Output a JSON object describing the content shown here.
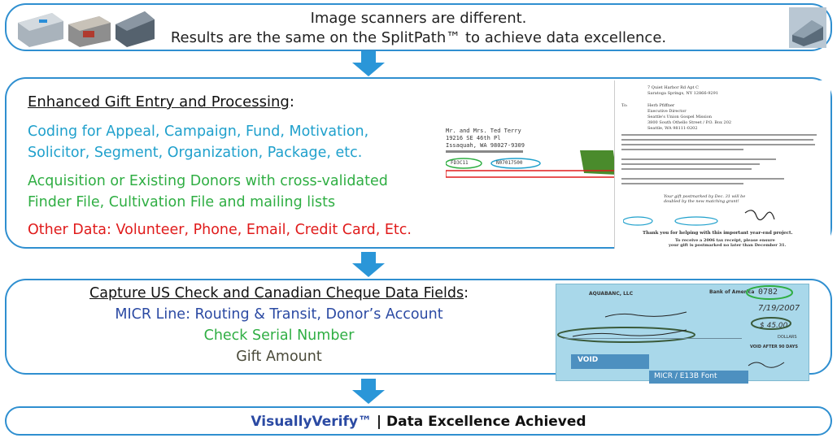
{
  "panel1": {
    "line1": "Image scanners are different.",
    "line2": "Results are the same on the SplitPath™ to achieve data excellence."
  },
  "panel2": {
    "heading": "Enhanced Gift Entry and Processing",
    "heading_suffix": ":",
    "blue_lines": [
      "Coding for Appeal, Campaign, Fund, Motivation,",
      "Solicitor, Segment, Organization, Package, etc."
    ],
    "green_lines": [
      "Acquisition or Existing Donors with cross-validated",
      "Finder File, Cultivation File and mailing lists"
    ],
    "red_line": "Other Data: Volunteer, Phone, Email, Credit Card, Etc.",
    "address_sample": {
      "name": "Mr. and Mrs. Ted Terry",
      "street": "19216 SE 46th Pl",
      "city": "Issaquah, WA 98027-9309",
      "code1": "FD3C11",
      "code2": "N07017500"
    },
    "letter_sample": {
      "addr1": "7 Quiet Harbor Rd Apt C",
      "addr2": "Saratoga Springs, NY 12866-9291",
      "to": "To:",
      "recipient": "Herb Pfiffner",
      "title": "Executive Director",
      "org": "Seattle's Union Gospel Mission",
      "street": "3800 South Othello Street / P.O. Box 202",
      "city": "Seattle, WA 98111-0202",
      "note": "Your gift postmarked by Dec. 31 will be doubled by the new matching grant!",
      "thanks": "Thank you for helping with this important year-end project.",
      "receipt1": "To receive a 2006 tax receipt, please ensure",
      "receipt2": "your gift is postmarked no later than December 31."
    }
  },
  "panel3": {
    "heading": "Capture US Check and Canadian Cheque Data Fields",
    "heading_suffix": ":",
    "micr": "MICR Line: Routing & Transit, Donor’s Account",
    "serial": "Check Serial Number",
    "amount": "Gift Amount",
    "check_sample": {
      "company": "AQUABANC, LLC",
      "bank": "Bank of America",
      "number": "0782",
      "date": "7/19/2007",
      "amount": "$ 45.00",
      "void": "VOID",
      "micr_label": "MICR / E13B Font",
      "void_after": "VOID AFTER 90 DAYS",
      "dollars": "DOLLARS"
    }
  },
  "panel4": {
    "brand": "VisuallyVerify™",
    "separator": "|",
    "text": "Data Excellence Achieved"
  },
  "colors": {
    "border": "#2f8fd0",
    "arrow": "#2a96d8",
    "blue_text": "#1fa0cc",
    "green_text": "#2fae43",
    "red_text": "#e01b1b",
    "navy_text": "#2b4aa3"
  }
}
